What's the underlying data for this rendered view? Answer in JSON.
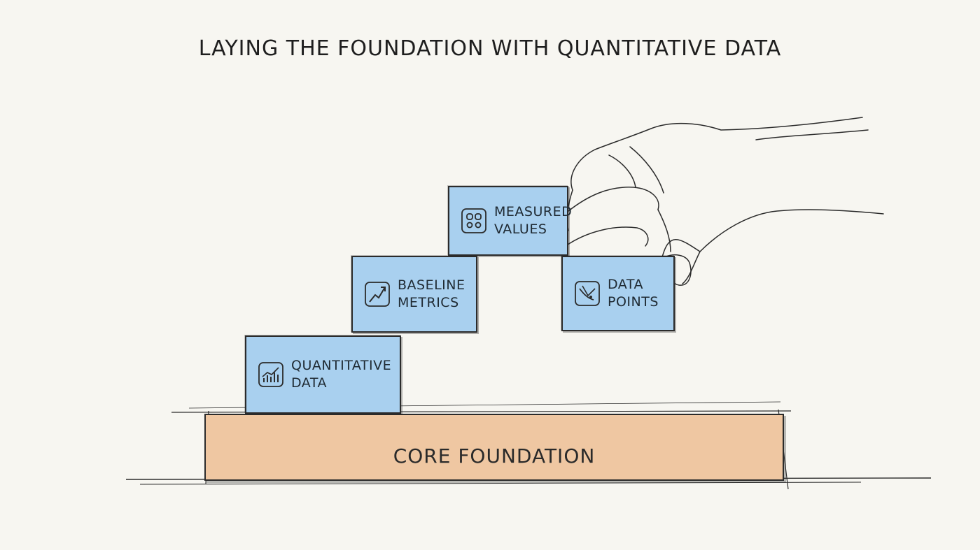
{
  "title": "LAYING THE FOUNDATION WITH QUANTITATIVE DATA",
  "foundation": {
    "label": "CORE FOUNDATION"
  },
  "blocks": {
    "quantitative": {
      "line1": "QUANTITATIVE",
      "line2": "DATA",
      "icon": "bar-chart-icon"
    },
    "baseline": {
      "line1": "BASELINE",
      "line2": "METRICS",
      "icon": "trend-up-icon"
    },
    "measured": {
      "line1": "MEASURED",
      "line2": "VALUES",
      "icon": "grid-dots-icon"
    },
    "datapoints": {
      "line1": "DATA",
      "line2": "POINTS",
      "icon": "scatter-icon"
    }
  },
  "colors": {
    "block_blue": "#a9d0ef",
    "foundation_orange": "#efc7a2",
    "ink": "#2b2b2b",
    "paper": "#f7f6f1"
  }
}
